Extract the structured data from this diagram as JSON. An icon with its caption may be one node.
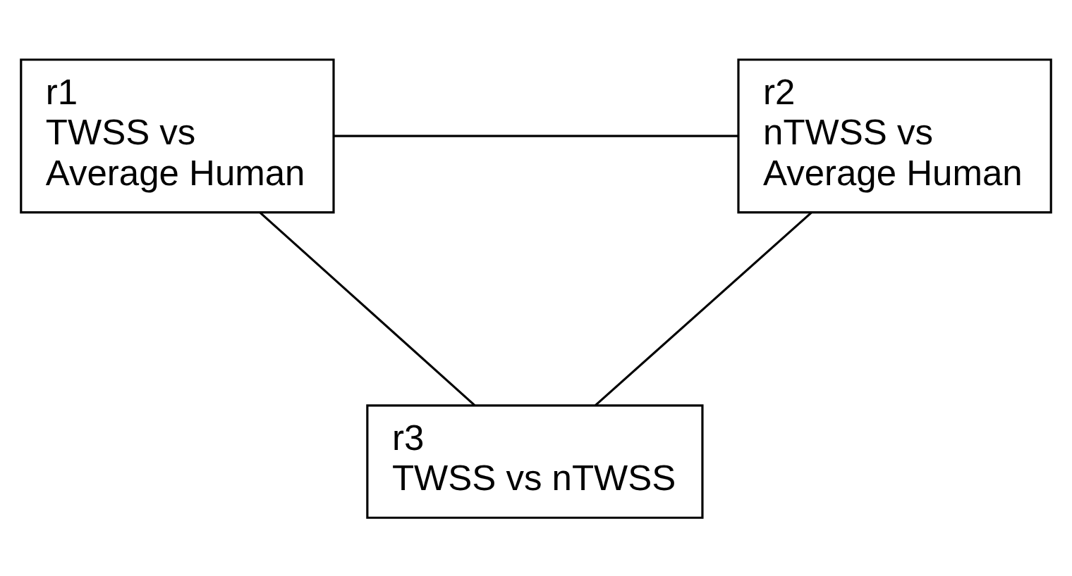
{
  "diagram": {
    "nodes": [
      {
        "text": [
          "r1",
          "TWSS vs Average Human"
        ]
      },
      {
        "text": [
          "r2",
          "nTWSS vs Average Human"
        ]
      },
      {
        "text": [
          "r3",
          "TWSS vs nTWSS"
        ]
      }
    ],
    "edges": [
      {
        "from": 0,
        "to": 1,
        "arrow": "none"
      },
      {
        "from": 0,
        "to": 2,
        "arrow": "none"
      },
      {
        "from": 1,
        "to": 2,
        "arrow": "none"
      }
    ]
  }
}
